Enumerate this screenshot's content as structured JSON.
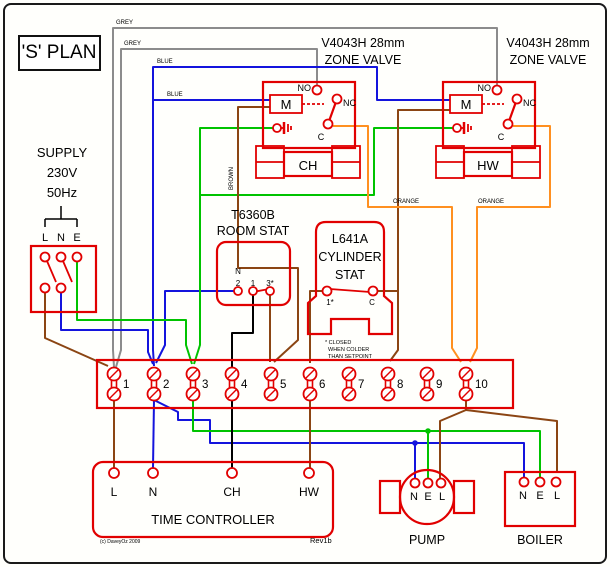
{
  "diagram_title": "'S' PLAN",
  "colors": {
    "red": "#e10000",
    "grey": "#8c8c8c",
    "blue": "#1414dd",
    "green": "#00c300",
    "brown": "#8b4513",
    "orange": "#ff9020",
    "black": "#000000"
  },
  "wire_labels": {
    "grey_top": "GREY",
    "grey_lower": "GREY",
    "blue_top": "BLUE",
    "blue_lower": "BLUE",
    "brown_vertical": "BROWN",
    "orange_ch": "ORANGE",
    "orange_hw": "ORANGE"
  },
  "supply": {
    "title": "SUPPLY",
    "voltage": "230V",
    "frequency": "50Hz",
    "terminals": [
      "L",
      "N",
      "E"
    ]
  },
  "zone_valve_ch": {
    "model": "V4043H 28mm",
    "type": "ZONE VALVE",
    "motor": "M",
    "no": "NO",
    "nc": "NC",
    "c": "C",
    "circuit": "CH"
  },
  "zone_valve_hw": {
    "model": "V4043H 28mm",
    "type": "ZONE VALVE",
    "motor": "M",
    "no": "NO",
    "nc": "NC",
    "c": "C",
    "circuit": "HW"
  },
  "room_stat": {
    "model": "T6360B",
    "name": "ROOM STAT",
    "n": "N",
    "t2": "2",
    "t1": "1",
    "t3": "3*"
  },
  "cylinder_stat": {
    "model": "L641A",
    "name_line1": "CYLINDER",
    "name_line2": "STAT",
    "t1": "1*",
    "tc": "C",
    "note1": "* CLOSED",
    "note2": "WHEN COLDER",
    "note3": "THAN SETPOINT"
  },
  "terminal_strip": {
    "numbers": [
      "1",
      "2",
      "3",
      "4",
      "5",
      "6",
      "7",
      "8",
      "9",
      "10"
    ]
  },
  "time_controller": {
    "name": "TIME CONTROLLER",
    "terminals": [
      "L",
      "N",
      "CH",
      "HW"
    ]
  },
  "pump": {
    "name": "PUMP",
    "terminals": [
      "N",
      "E",
      "L"
    ]
  },
  "boiler": {
    "name": "BOILER",
    "terminals": [
      "N",
      "E",
      "L"
    ]
  },
  "footer": {
    "copyright": "(c) DaveyOz 2009",
    "revision": "Rev1b"
  }
}
